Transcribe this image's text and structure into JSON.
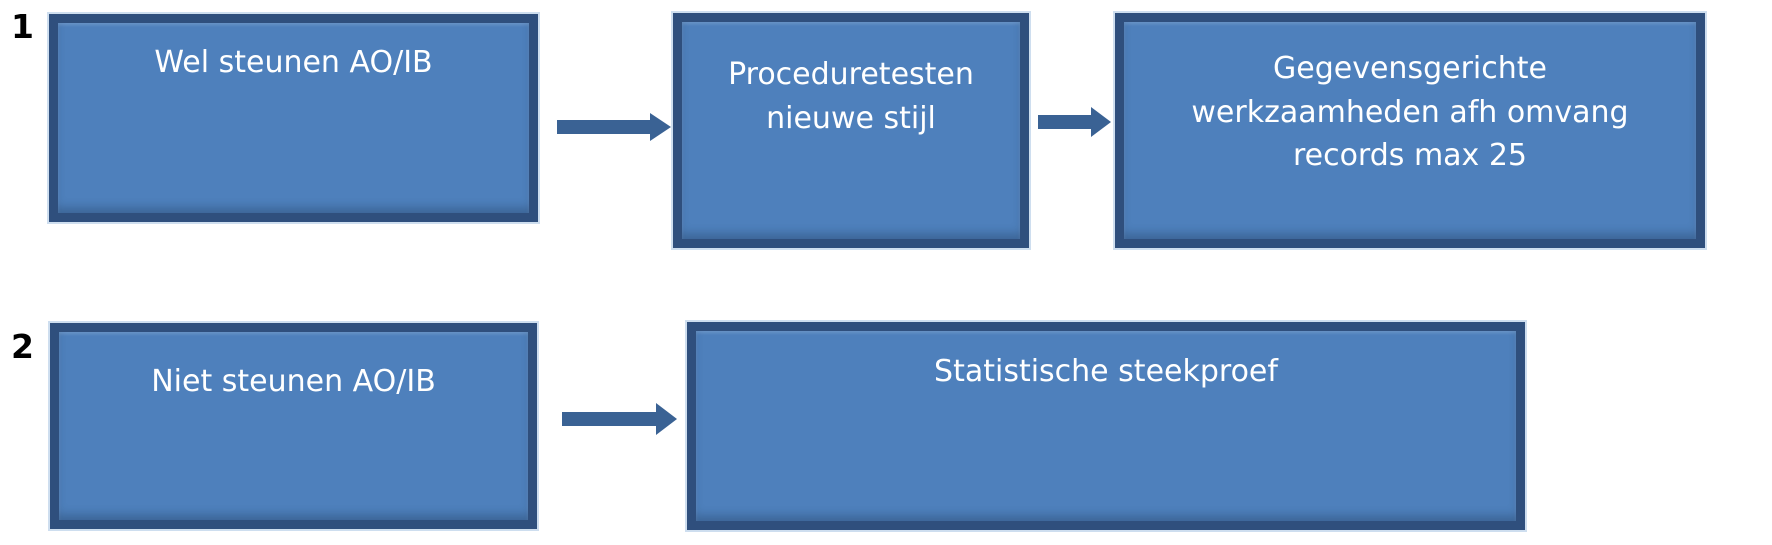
{
  "colors": {
    "box_fill": "#4E80BC",
    "box_border": "#2F4F7D",
    "arrow": "#3A6294",
    "box_text": "#FFFFFF",
    "label_color": "#000000"
  },
  "diagram": {
    "rows": [
      {
        "label": "1",
        "boxes": [
          {
            "lines": [
              "Wel steunen AO/IB"
            ]
          },
          {
            "lines": [
              "Proceduretesten",
              "nieuwe stijl"
            ]
          },
          {
            "lines": [
              "Gegevensgerichte",
              "werkzaamheden afh omvang",
              "records max 25"
            ]
          }
        ]
      },
      {
        "label": "2",
        "boxes": [
          {
            "lines": [
              "Niet steunen AO/IB"
            ]
          },
          {
            "lines": [
              "Statistische steekproef"
            ]
          }
        ]
      }
    ]
  }
}
